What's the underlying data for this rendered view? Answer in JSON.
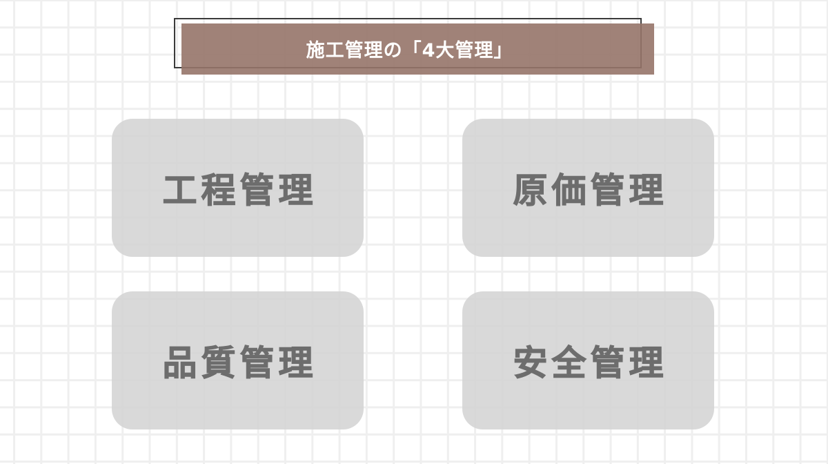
{
  "title": {
    "text": "施工管理の「4大管理」",
    "fill_color": "#9c7f76",
    "outline_color": "#3a3a3a",
    "text_color": "#ffffff"
  },
  "cards": [
    {
      "label": "工程管理"
    },
    {
      "label": "原価管理"
    },
    {
      "label": "品質管理"
    },
    {
      "label": "安全管理"
    }
  ],
  "colors": {
    "background": "#ffffff",
    "grid_line": "#efefef",
    "card_fill": "#d9d9d9",
    "card_text": "#6d6d6d"
  }
}
